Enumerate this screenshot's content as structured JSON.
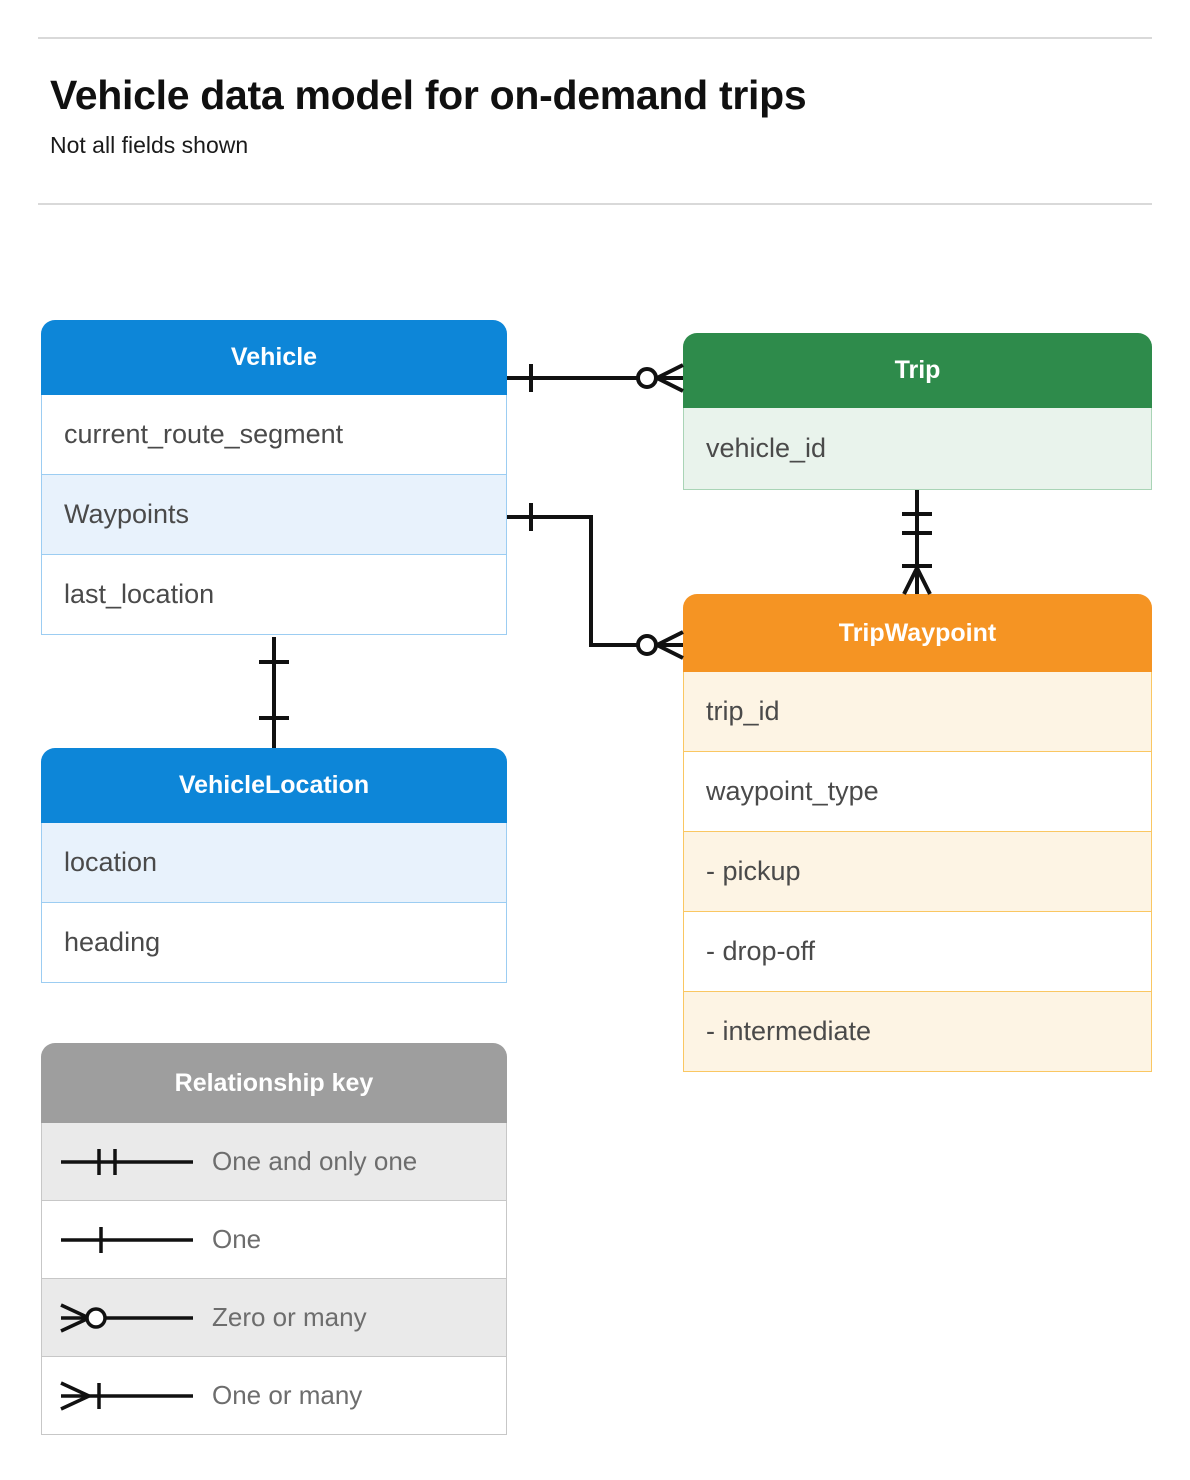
{
  "header": {
    "title": "Vehicle data model for on-demand trips",
    "subtitle": "Not all fields shown"
  },
  "entities": [
    {
      "id": "vehicle",
      "name": "Vehicle",
      "color": "#0d86d8",
      "fields": [
        {
          "label": "current_route_segment"
        },
        {
          "label": "Waypoints"
        },
        {
          "label": "last_location"
        }
      ]
    },
    {
      "id": "trip",
      "name": "Trip",
      "color": "#2e8b4b",
      "fields": [
        {
          "label": "vehicle_id"
        }
      ]
    },
    {
      "id": "vehiclelocation",
      "name": "VehicleLocation",
      "color": "#0d86d8",
      "fields": [
        {
          "label": "location"
        },
        {
          "label": "heading"
        }
      ]
    },
    {
      "id": "tripwaypoint",
      "name": "TripWaypoint",
      "color": "#f59423",
      "fields": [
        {
          "label": "trip_id"
        },
        {
          "label": "waypoint_type"
        },
        {
          "label": "-  pickup"
        },
        {
          "label": "-  drop-off"
        },
        {
          "label": "-  intermediate"
        }
      ]
    }
  ],
  "legend": {
    "title": "Relationship key",
    "rows": [
      {
        "symbol": "one-and-only-one-icon",
        "label": "One and only one"
      },
      {
        "symbol": "one-icon",
        "label": "One"
      },
      {
        "symbol": "zero-or-many-icon",
        "label": "Zero or many"
      },
      {
        "symbol": "one-or-many-icon",
        "label": "One or many"
      }
    ]
  },
  "relationships": [
    {
      "from": "Vehicle",
      "to": "Trip",
      "from_cardinality": "One",
      "to_cardinality": "Zero or many"
    },
    {
      "from": "Vehicle.Waypoints",
      "to": "TripWaypoint",
      "from_cardinality": "One",
      "to_cardinality": "Zero or many"
    },
    {
      "from": "Vehicle",
      "to": "VehicleLocation",
      "from_cardinality": "One",
      "to_cardinality": "One"
    },
    {
      "from": "Trip",
      "to": "TripWaypoint",
      "from_cardinality": "One and only one",
      "to_cardinality": "One or many"
    }
  ],
  "colors": {
    "blue": "#0d86d8",
    "green": "#2e8b4b",
    "orange": "#f59423",
    "gray": "#9e9e9e",
    "rule": "#d9d9d9",
    "text": "#4a4a4a"
  }
}
